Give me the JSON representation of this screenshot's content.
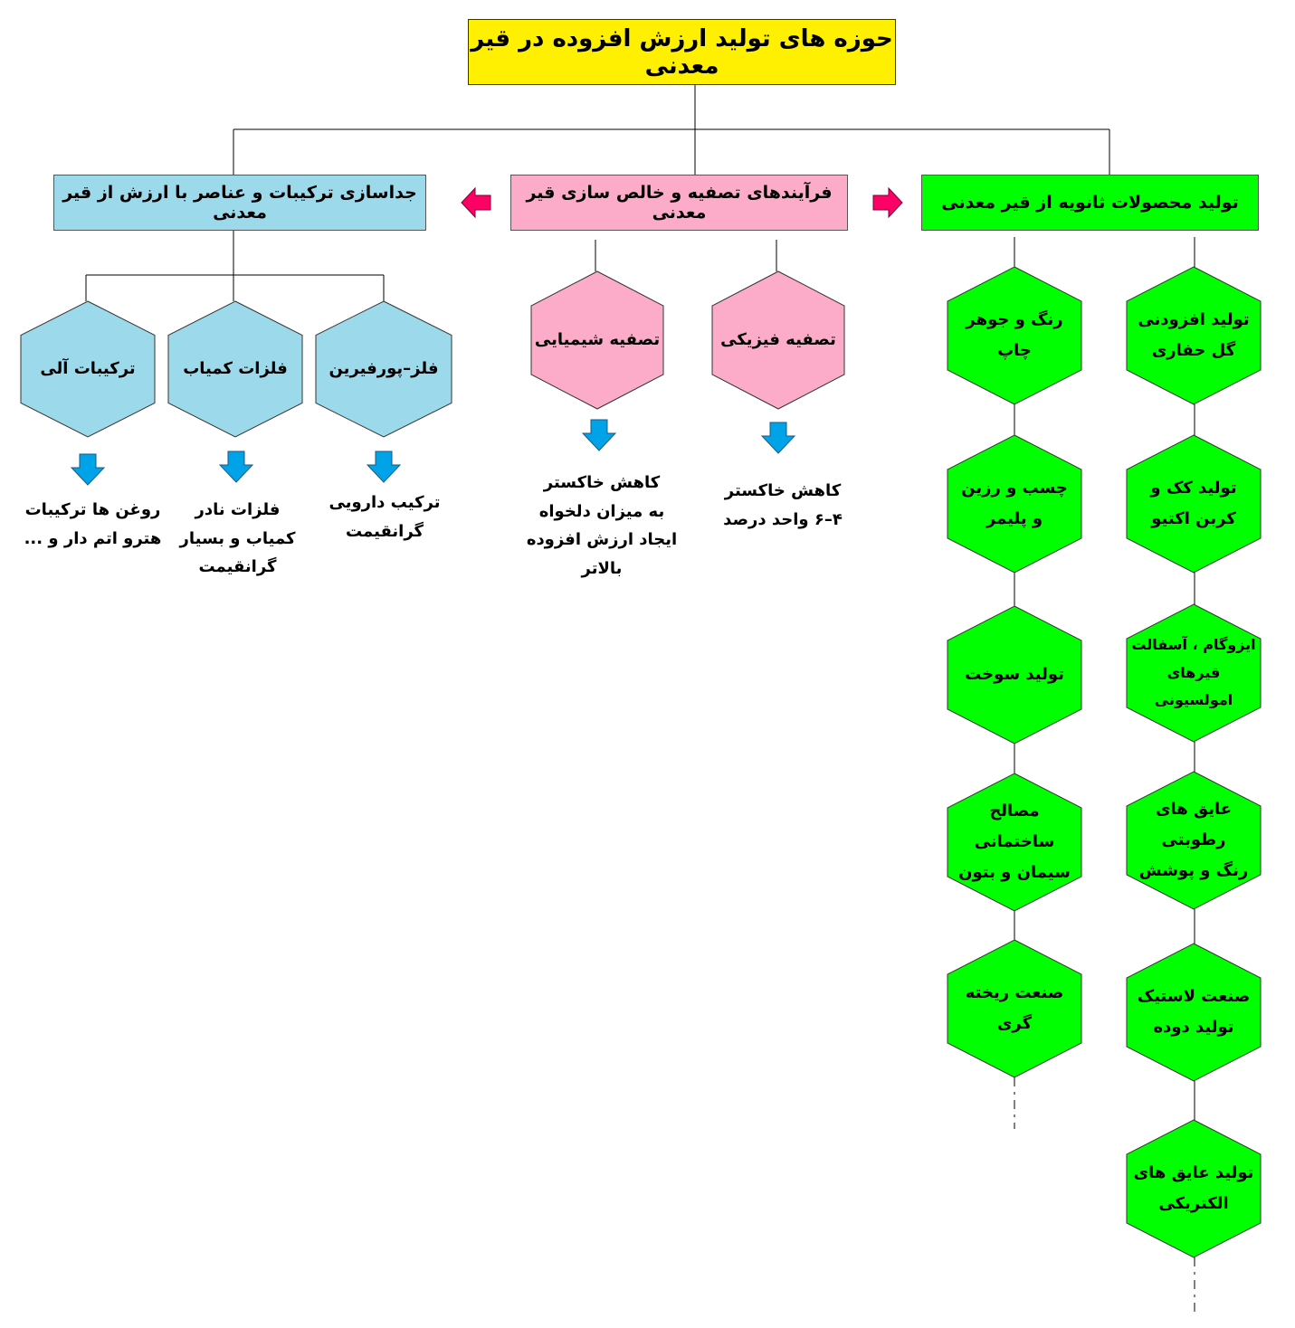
{
  "title": "حوزه های تولید ارزش افزوده در قیر معدنی",
  "colors": {
    "title_bg": "#ffef00",
    "blue": "#9cd9ea",
    "pink": "#fcabc8",
    "green": "#00ff00",
    "arrow_pink": "#ff0066",
    "arrow_blue": "#00a2e8"
  },
  "categories": {
    "left": "جداسازی ترکیبات و عناصر با ارزش از قیر معدنی",
    "middle": "فرآیندهای تصفیه و خالص سازی قیر معدنی",
    "right": "تولید محصولات ثانویه از قیر معدنی"
  },
  "separation": {
    "items": [
      {
        "label": "فلز–پورفیرین",
        "result": "ترکیب دارویی\nگرانقیمت"
      },
      {
        "label": "فلزات کمیاب",
        "result": "فلزات نادر\nکمیاب و بسیار\nگرانقیمت"
      },
      {
        "label": "ترکیبات آلی",
        "result": "روغن ها ترکیبات\nهترو اتم دار و ..."
      }
    ]
  },
  "purification": {
    "items": [
      {
        "label": "تصفیه فیزیکی",
        "result": "کاهش خاکستر\n۴–۶ واحد درصد"
      },
      {
        "label": "تصفیه شیمیایی",
        "result": "کاهش خاکستر\nبه میزان دلخواه\nایجاد ارزش افزوده بالاتر"
      }
    ]
  },
  "secondary_products": {
    "column_right": [
      "تولید افزودنی\nگل حفاری",
      "تولید کک و\nکربن اکتیو",
      "ایزوگام ، آسفالت\nقیرهای امولسیونی",
      "عایق های رطوبتی\nرنگ و پوشش",
      "صنعت لاستیک\nتولید دوده",
      "تولید عایق های\nالکتریکی"
    ],
    "column_left": [
      "رنگ و جوهر چاپ",
      "چسب و رزین\nو پلیمر",
      "تولید سوخت",
      "مصالح ساختمانی\nسیمان و بتون",
      "صنعت ریخته گری"
    ]
  }
}
